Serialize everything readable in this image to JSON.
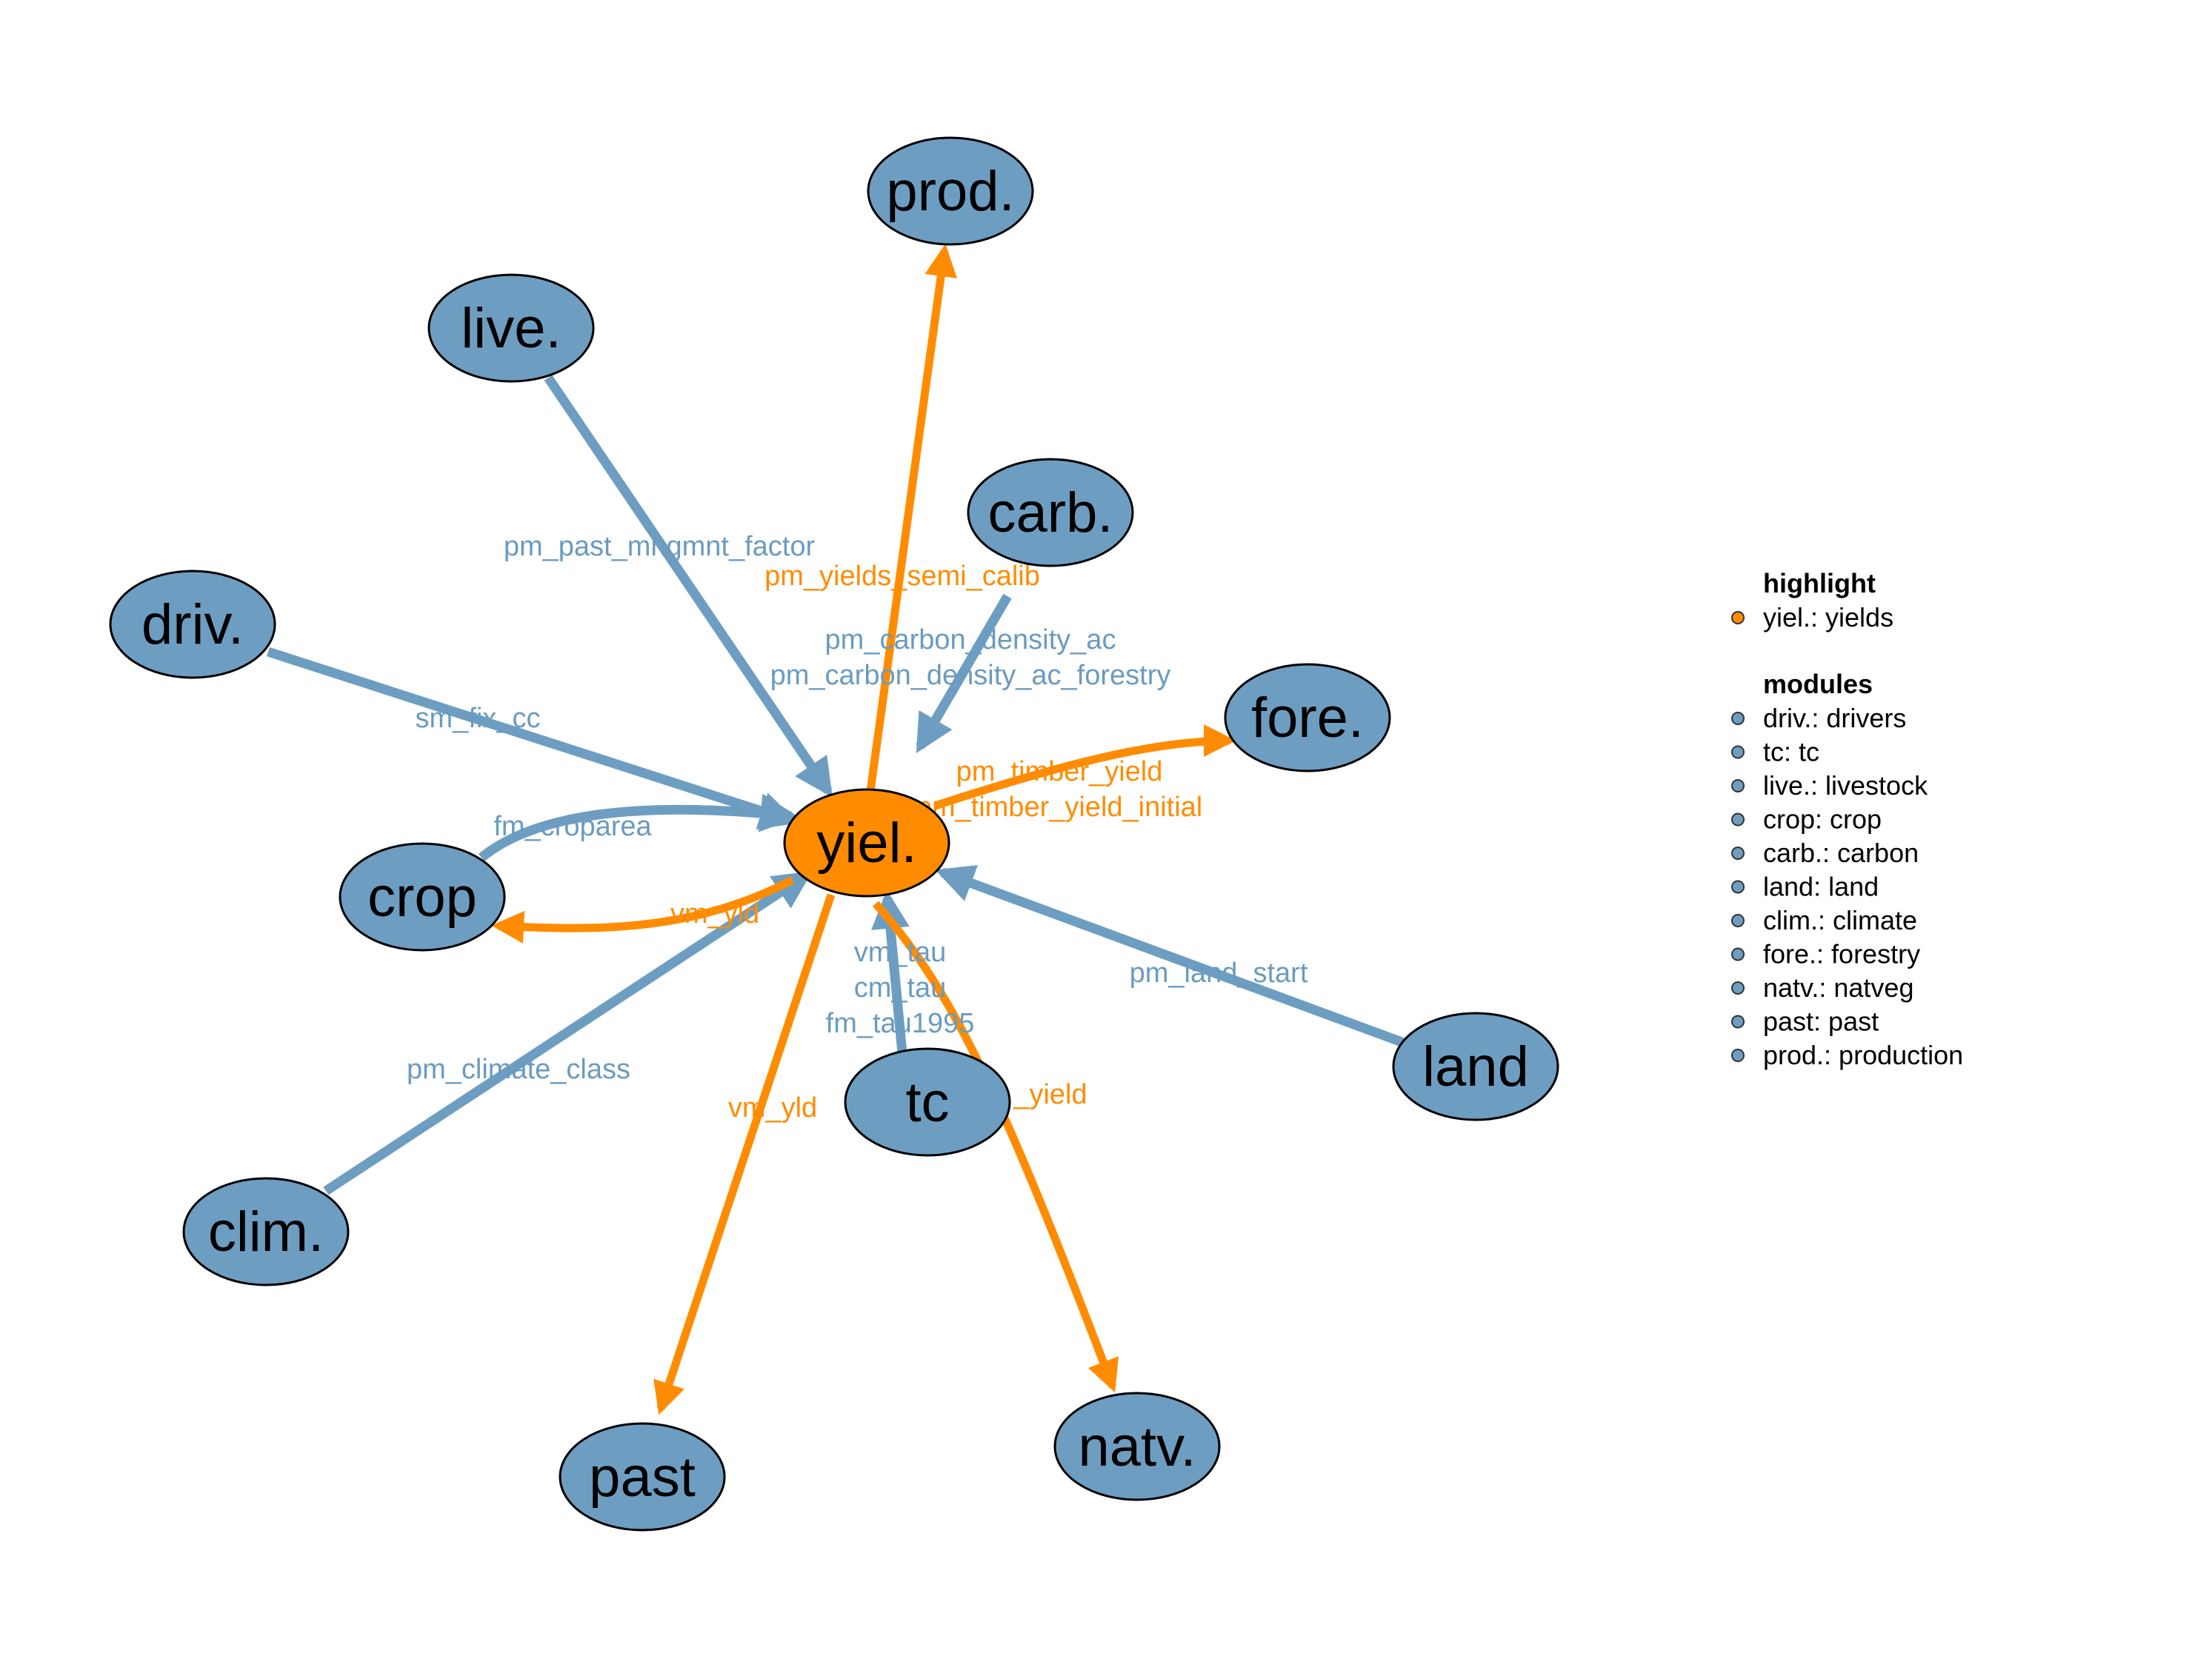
{
  "colors": {
    "module": "#6d9ec2",
    "highlight": "#ff8c00",
    "outline": "#000000",
    "blue_text": "#6a9bc0",
    "orange_text": "#ff8c00"
  },
  "nodes": {
    "yiel": "yiel.",
    "prod": "prod.",
    "live": "live.",
    "carb": "carb.",
    "driv": "driv.",
    "fore": "fore.",
    "crop": "crop",
    "land": "land",
    "tc": "tc",
    "clim": "clim.",
    "past": "past",
    "natv": "natv."
  },
  "edges": {
    "live_yiel": "pm_past_mngmnt_factor",
    "yiel_prod": "pm_yields_semi_calib",
    "carb_yiel_1": "pm_carbon_density_ac",
    "carb_yiel_2": "pm_carbon_density_ac_forestry",
    "driv_yiel": "sm_fix_cc",
    "crop_yiel": "fm_croparea",
    "yiel_fore_1": "pm_timber_yield",
    "yiel_fore_2": "pm_timber_yield_initial",
    "yiel_crop": "vm_yld",
    "land_yiel": "pm_land_start",
    "tc_yiel_1": "vm_tau",
    "tc_yiel_2": "cm_tau",
    "tc_yiel_3": "fm_tau1995",
    "clim_yiel": "pm_climate_class",
    "yiel_past": "vm_yld",
    "yiel_natv": "_yield"
  },
  "legend": {
    "highlight_title": "highlight",
    "highlight_items": [
      "yiel.: yields"
    ],
    "modules_title": "modules",
    "module_items": [
      "driv.: drivers",
      "tc: tc",
      "live.: livestock",
      "crop: crop",
      "carb.: carbon",
      "land: land",
      "clim.: climate",
      "fore.: forestry",
      "natv.: natveg",
      "past: past",
      "prod.: production"
    ]
  }
}
